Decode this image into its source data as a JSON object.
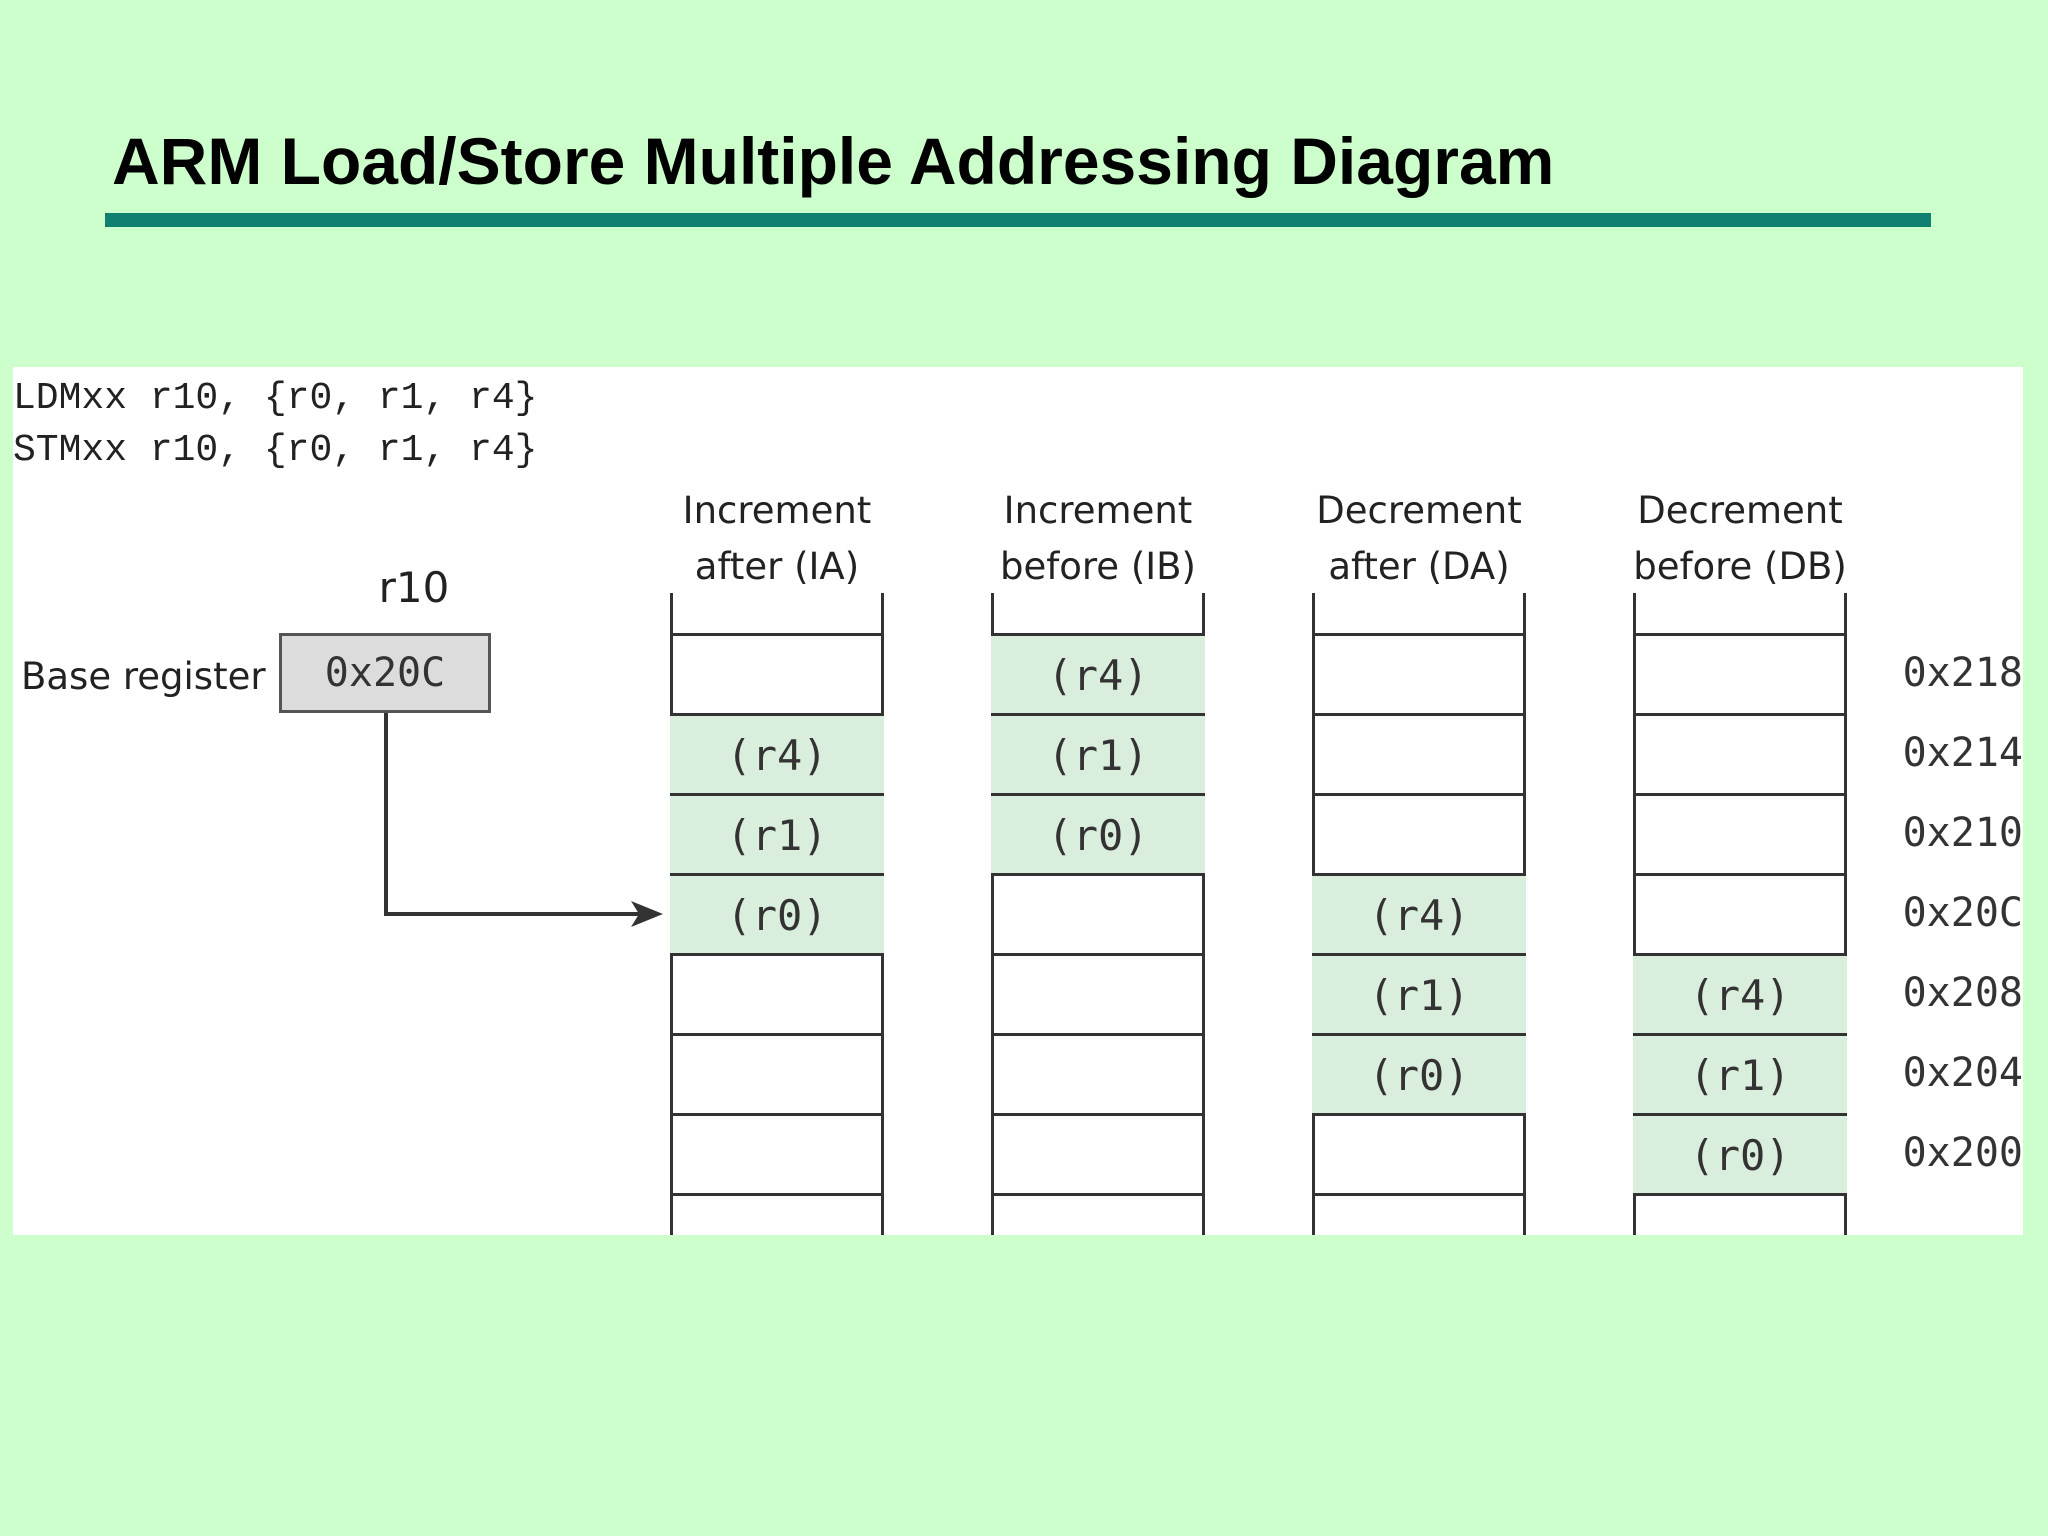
{
  "title": "ARM Load/Store Multiple Addressing Diagram",
  "instructions": [
    "LDMxx r10, {r0, r1, r4}",
    "STMxx r10, {r0, r1, r4}"
  ],
  "base_register": {
    "name": "r10",
    "label": "Base register",
    "value": "0x20C"
  },
  "addresses": [
    "0x218",
    "0x214",
    "0x210",
    "0x20C",
    "0x208",
    "0x204",
    "0x200"
  ],
  "columns": [
    {
      "header_line1": "Increment",
      "header_line2": "after (IA)",
      "cells": [
        "",
        "(r4)",
        "(r1)",
        "(r0)",
        "",
        "",
        ""
      ]
    },
    {
      "header_line1": "Increment",
      "header_line2": "before (IB)",
      "cells": [
        "(r4)",
        "(r1)",
        "(r0)",
        "",
        "",
        "",
        ""
      ]
    },
    {
      "header_line1": "Decrement",
      "header_line2": "after (DA)",
      "cells": [
        "",
        "",
        "",
        "(r4)",
        "(r1)",
        "(r0)",
        ""
      ]
    },
    {
      "header_line1": "Decrement",
      "header_line2": "before (DB)",
      "cells": [
        "",
        "",
        "",
        "",
        "(r4)",
        "(r1)",
        "(r0)"
      ]
    }
  ],
  "colors": {
    "background": "#ccffcc",
    "rule": "#108070",
    "filled_cell": "#d9eedd",
    "base_box": "#dcdcdc"
  }
}
